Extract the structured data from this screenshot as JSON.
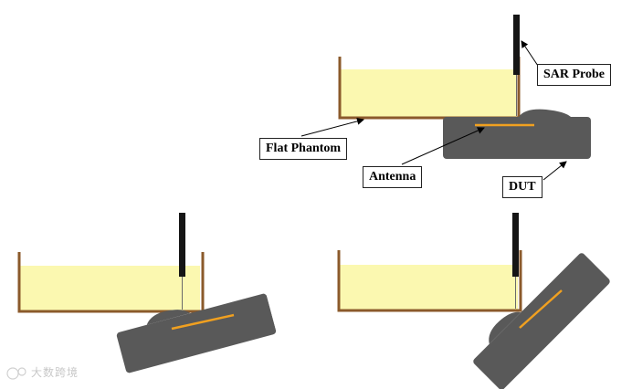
{
  "labels": {
    "sar_probe": "SAR Probe",
    "flat_phantom": "Flat Phantom",
    "antenna": "Antenna",
    "dut": "DUT"
  },
  "watermark": "大数跨境",
  "colors": {
    "liquid": "#fbf8b0",
    "phantom_wall": "#8b5a2b",
    "probe": "#151515",
    "device": "#595959",
    "antenna": "#f0a020",
    "leader": "#000000",
    "label_border": "#222222"
  },
  "icons": {
    "watermark_logo": "brand-logo-icon"
  }
}
